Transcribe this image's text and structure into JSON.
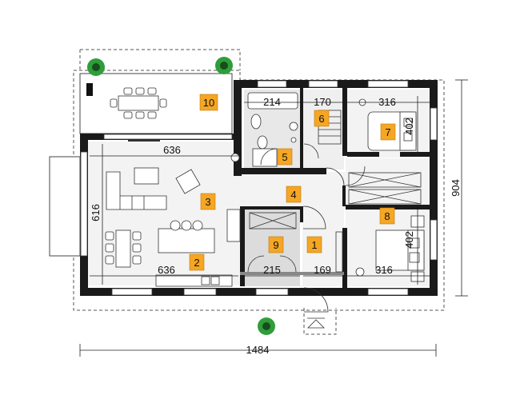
{
  "plan": {
    "overall_width_label": "1484",
    "overall_depth_label": "904",
    "dimensions": {
      "bath_width": "214",
      "wc_width": "170",
      "room7_width": "316",
      "room7_depth": "402",
      "living_width": "636",
      "living_depth": "616",
      "kitchen_width": "636",
      "utility_width": "215",
      "hall_width": "169",
      "room8_width": "316",
      "room8_depth": "402"
    },
    "rooms": [
      {
        "number": "1"
      },
      {
        "number": "2"
      },
      {
        "number": "3"
      },
      {
        "number": "4"
      },
      {
        "number": "5"
      },
      {
        "number": "6"
      },
      {
        "number": "7"
      },
      {
        "number": "8"
      },
      {
        "number": "9"
      },
      {
        "number": "10"
      }
    ]
  },
  "colors": {
    "wall": "#1a1a1a",
    "floor": "#ececec",
    "badge": "#f5a623",
    "plant": "#2f9e3a",
    "dim_line": "#222222"
  }
}
